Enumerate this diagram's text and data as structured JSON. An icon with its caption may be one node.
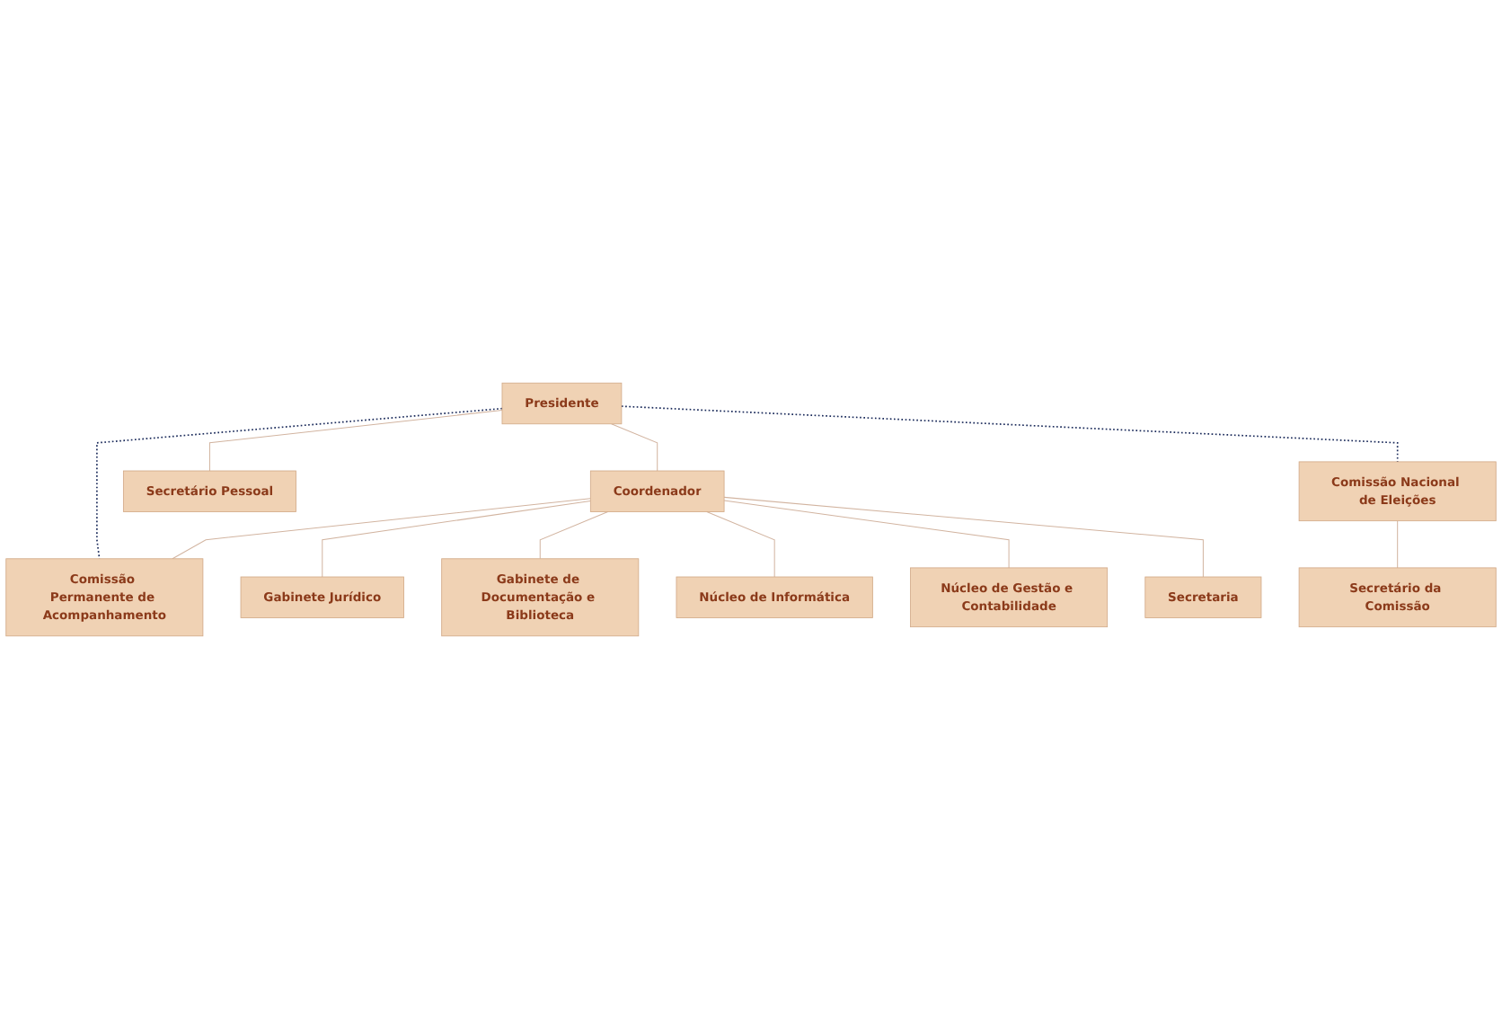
{
  "diagram": {
    "nodes": [
      {
        "text": [
          "Presidente"
        ]
      },
      {
        "text": [
          "Comissão Nacional de Eleições"
        ]
      },
      {
        "text": [
          "Secretário Pessoal"
        ]
      },
      {
        "text": [
          "Comissão Permanente de Acompanhamento"
        ]
      },
      {
        "text": [
          "Coordenador"
        ]
      },
      {
        "text": [
          "Secretário da Comissão"
        ]
      },
      {
        "text": [
          "Gabinete Jurídico"
        ]
      },
      {
        "text": [
          "Núcleo de Informática"
        ]
      },
      {
        "text": [
          "Gabinete de Documentação e Biblioteca"
        ]
      },
      {
        "text": [
          "Núcleo de Gestão e Contabilidade"
        ]
      },
      {
        "text": [
          "Secretaria"
        ]
      }
    ],
    "edges": [
      {
        "from": 0,
        "to": 2,
        "arrow": "none"
      },
      {
        "from": 0,
        "to": 4,
        "arrow": "none"
      },
      {
        "from": 0,
        "to": 1,
        "arrow": "none",
        "style": "dashed",
        "color": "#1a2a5a"
      },
      {
        "from": 0,
        "to": 3,
        "arrow": "none",
        "style": "dashed",
        "color": "#1a2a5a"
      },
      {
        "from": 4,
        "to": 3,
        "arrow": "none"
      },
      {
        "from": 1,
        "to": 5,
        "arrow": "none"
      },
      {
        "from": 4,
        "to": 6,
        "arrow": "none"
      },
      {
        "from": 4,
        "to": 8,
        "arrow": "none"
      },
      {
        "from": 4,
        "to": 7,
        "arrow": "none"
      },
      {
        "from": 4,
        "to": 9,
        "arrow": "none"
      },
      {
        "from": 4,
        "to": 10,
        "arrow": "none"
      }
    ]
  }
}
